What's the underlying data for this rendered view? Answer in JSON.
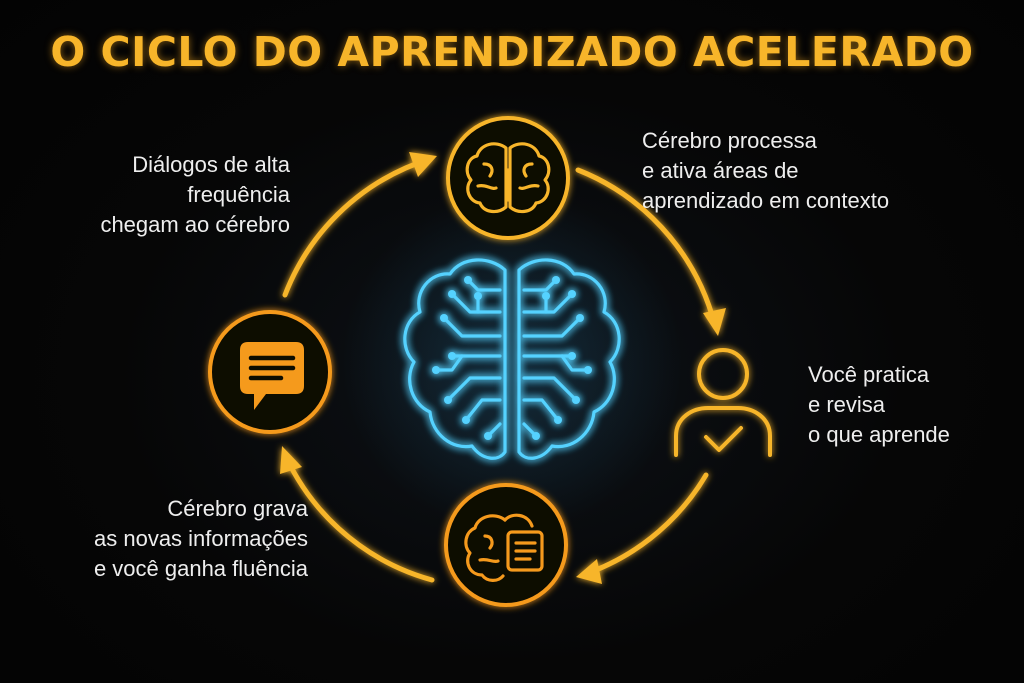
{
  "title": "O CICLO DO APRENDIZADO ACELERADO",
  "steps": [
    {
      "icon": "brain-icon",
      "lines": [
        "Cérebro processa",
        "e ativa áreas de",
        "aprendizado em contexto"
      ]
    },
    {
      "icon": "person-check-icon",
      "lines": [
        "Você pratica",
        "e revisa",
        "o que aprende"
      ]
    },
    {
      "icon": "brain-document-icon",
      "lines": [
        "Cérebro grava",
        "as novas informações",
        "e você ganha fluência"
      ]
    },
    {
      "icon": "chat-bubble-icon",
      "lines": [
        "Diálogos de alta",
        "frequência",
        "chegam ao cérebro"
      ]
    }
  ],
  "center_icon": "circuit-brain-icon",
  "colors": {
    "accent": "#f7b52a",
    "accent_orange": "#f59a1c",
    "center_glow": "#54d2ff",
    "text": "#eeeeee",
    "background": "#050505"
  }
}
